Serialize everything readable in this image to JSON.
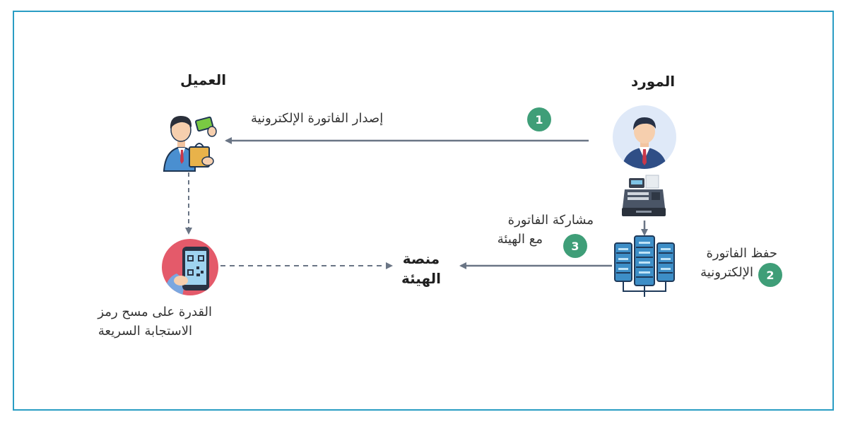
{
  "labels": {
    "supplier": "المورد",
    "customer": "العميل",
    "issue_invoice": "إصدار الفاتورة الإلكترونية",
    "share_line1": "مشاركة الفاتورة",
    "share_line2": "مع الهيئة",
    "save_line1": "حفظ الفاتورة",
    "save_line2": "الإلكترونية",
    "platform_line1": "منصة",
    "platform_line2": "الهيئة",
    "qr_line1": "القدرة على مسح رمز",
    "qr_line2": "الاستجابة السريعة"
  },
  "steps": {
    "issue": "1",
    "save": "2",
    "share": "3"
  },
  "icons": {
    "supplier": "businessman-avatar-icon",
    "customer": "customer-with-card-and-bag-icon",
    "register": "cash-register-icon",
    "servers": "server-database-icon",
    "qr": "phone-qr-scan-icon"
  },
  "colors": {
    "frame": "#2a9dc4",
    "badge": "#3f9e78",
    "arrow": "#6a7585",
    "server": "#3d8ec7",
    "qr_circle": "#e45a6a"
  }
}
